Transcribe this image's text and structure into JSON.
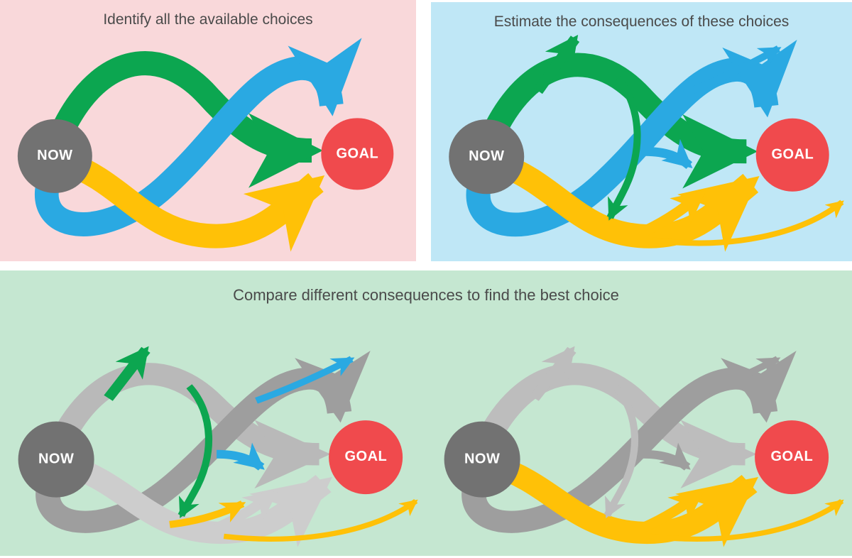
{
  "page": {
    "background": "#FFFFFF"
  },
  "palette": {
    "green": "#0CA650",
    "blue": "#2AA9E2",
    "yellow": "#FFC107",
    "red": "#F04A4D",
    "now_gray": "#727272",
    "gray_dark": "#9E9E9E",
    "gray_mid": "#B9B9B9",
    "gray_light": "#CDCDCD",
    "pink_bg": "#F9D8DA",
    "blue_bg": "#BFE7F6",
    "green_bg": "#C5E7D1",
    "title_color": "#4A4A4A",
    "label_white": "#FFFFFF"
  },
  "panels": {
    "identify": {
      "title": "Identify all the available choices",
      "bg": "#F9D8DA",
      "now_label": "NOW",
      "goal_label": "GOAL"
    },
    "estimate": {
      "title": "Estimate the consequences of these choices",
      "bg": "#BFE7F6",
      "now_label": "NOW",
      "goal_label": "GOAL"
    },
    "compare": {
      "title": "Compare different consequences to find the best choice",
      "bg": "#C5E7D1",
      "left": {
        "now_label": "NOW",
        "goal_label": "GOAL"
      },
      "right": {
        "now_label": "NOW",
        "goal_label": "GOAL"
      }
    }
  },
  "node_colors": {
    "now": "#727272",
    "goal": "#F04A4D",
    "label": "#FFFFFF"
  },
  "diagrams": {
    "identify": {
      "arrows": {
        "green_main": "#0CA650",
        "green_main_head": "#0CA650",
        "blue_main": "#2AA9E2",
        "yellow_main": "#FFC107"
      }
    },
    "estimate": {
      "arrows": {
        "green_main": "#0CA650",
        "green_main_head": "#0CA650",
        "green_up": "#0CA650",
        "green_down": "#0CA650",
        "blue_main": "#2AA9E2",
        "blue_upright": "#2AA9E2",
        "blue_downsmall": "#2AA9E2",
        "yellow_main": "#FFC107",
        "yellow_medright": "#FFC107",
        "yellow_thinfar": "#FFC107"
      }
    },
    "compare_left": {
      "arrows": {
        "green_main": "#B9B9B9",
        "green_main_head": "#B9B9B9",
        "blue_main": "#9E9E9E",
        "yellow_main": "#CDCDCD",
        "yellow_medright": "#CDCDCD",
        "green_up": "#0CA650",
        "green_down": "#0CA650",
        "blue_upright": "#2AA9E2",
        "blue_downsmall": "#2AA9E2",
        "yellow_small": "#FFC107",
        "yellow_thinfar": "#FFC107"
      }
    },
    "compare_right": {
      "arrows": {
        "green_main": "#BDBDBD",
        "green_main_head": "#BDBDBD",
        "green_up": "#BDBDBD",
        "green_down": "#BDBDBD",
        "blue_main": "#9E9E9E",
        "blue_upright": "#9E9E9E",
        "blue_downsmall": "#9E9E9E",
        "yellow_main": "#FFC107",
        "yellow_medright": "#FFC107",
        "yellow_thinfar": "#FFC107"
      }
    }
  }
}
